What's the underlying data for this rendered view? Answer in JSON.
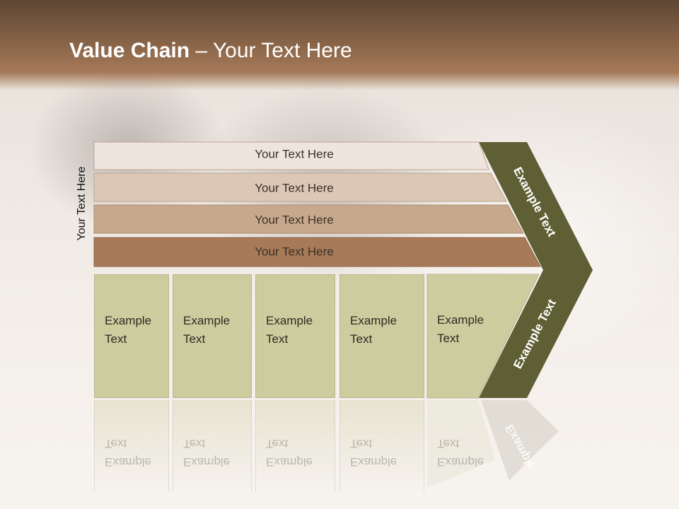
{
  "title": {
    "bold": "Value Chain",
    "rest": " – Your Text Here"
  },
  "vertical_label": "Your Text Here",
  "bars": [
    {
      "label": "Your Text Here",
      "color": "#efe5de"
    },
    {
      "label": "Your Text Here",
      "color": "#dcc7b5"
    },
    {
      "label": "Your Text Here",
      "color": "#c8a88c"
    },
    {
      "label": "Your Text Here",
      "color": "#a77a58"
    }
  ],
  "boxes": [
    {
      "line1": "Example",
      "line2": "Text"
    },
    {
      "line1": "Example",
      "line2": "Text"
    },
    {
      "line1": "Example",
      "line2": "Text"
    },
    {
      "line1": "Example",
      "line2": "Text"
    },
    {
      "line1": "Example",
      "line2": "Text"
    }
  ],
  "chevron": {
    "upper_label": "Example Text",
    "lower_label": "Example Text",
    "reflection_label": "Example",
    "color": "#5f5f35"
  },
  "colors": {
    "box_fill": "#cdcc9f",
    "header": "#8a6548"
  }
}
